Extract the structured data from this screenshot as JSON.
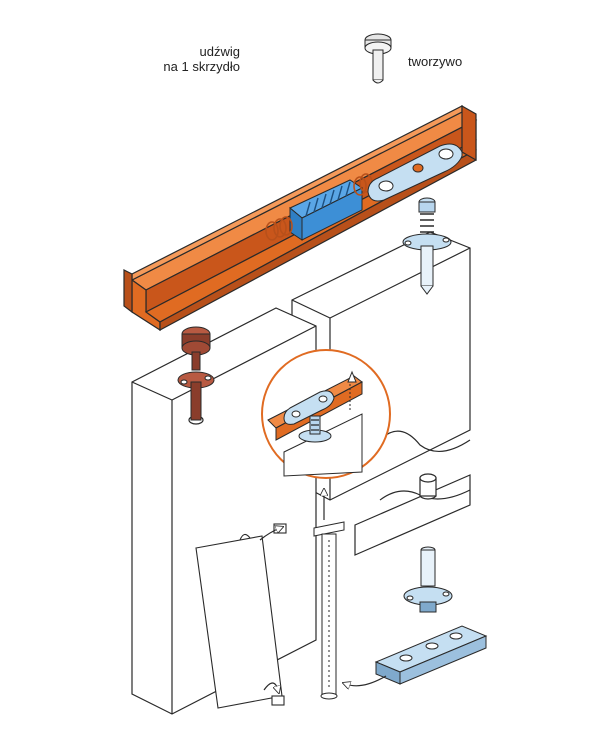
{
  "labels": {
    "capacity_line1": "udźwig",
    "capacity_line2": "na 1 skrzydło",
    "material": "tworzywo"
  },
  "colors": {
    "rail": "#e06b22",
    "rail_dark": "#b8501a",
    "rail_light": "#f08a45",
    "spring_block": "#3d8fd6",
    "metal": "#b8d6ee",
    "metal_dark": "#7fa9cc",
    "brake": "#8a3d2b",
    "brake_light": "#b85a42",
    "outline": "#2a2a2a",
    "door": "#ffffff"
  },
  "icons": {
    "legend": "plastic-screw-icon",
    "arrows": "curved-arrow-icon"
  }
}
